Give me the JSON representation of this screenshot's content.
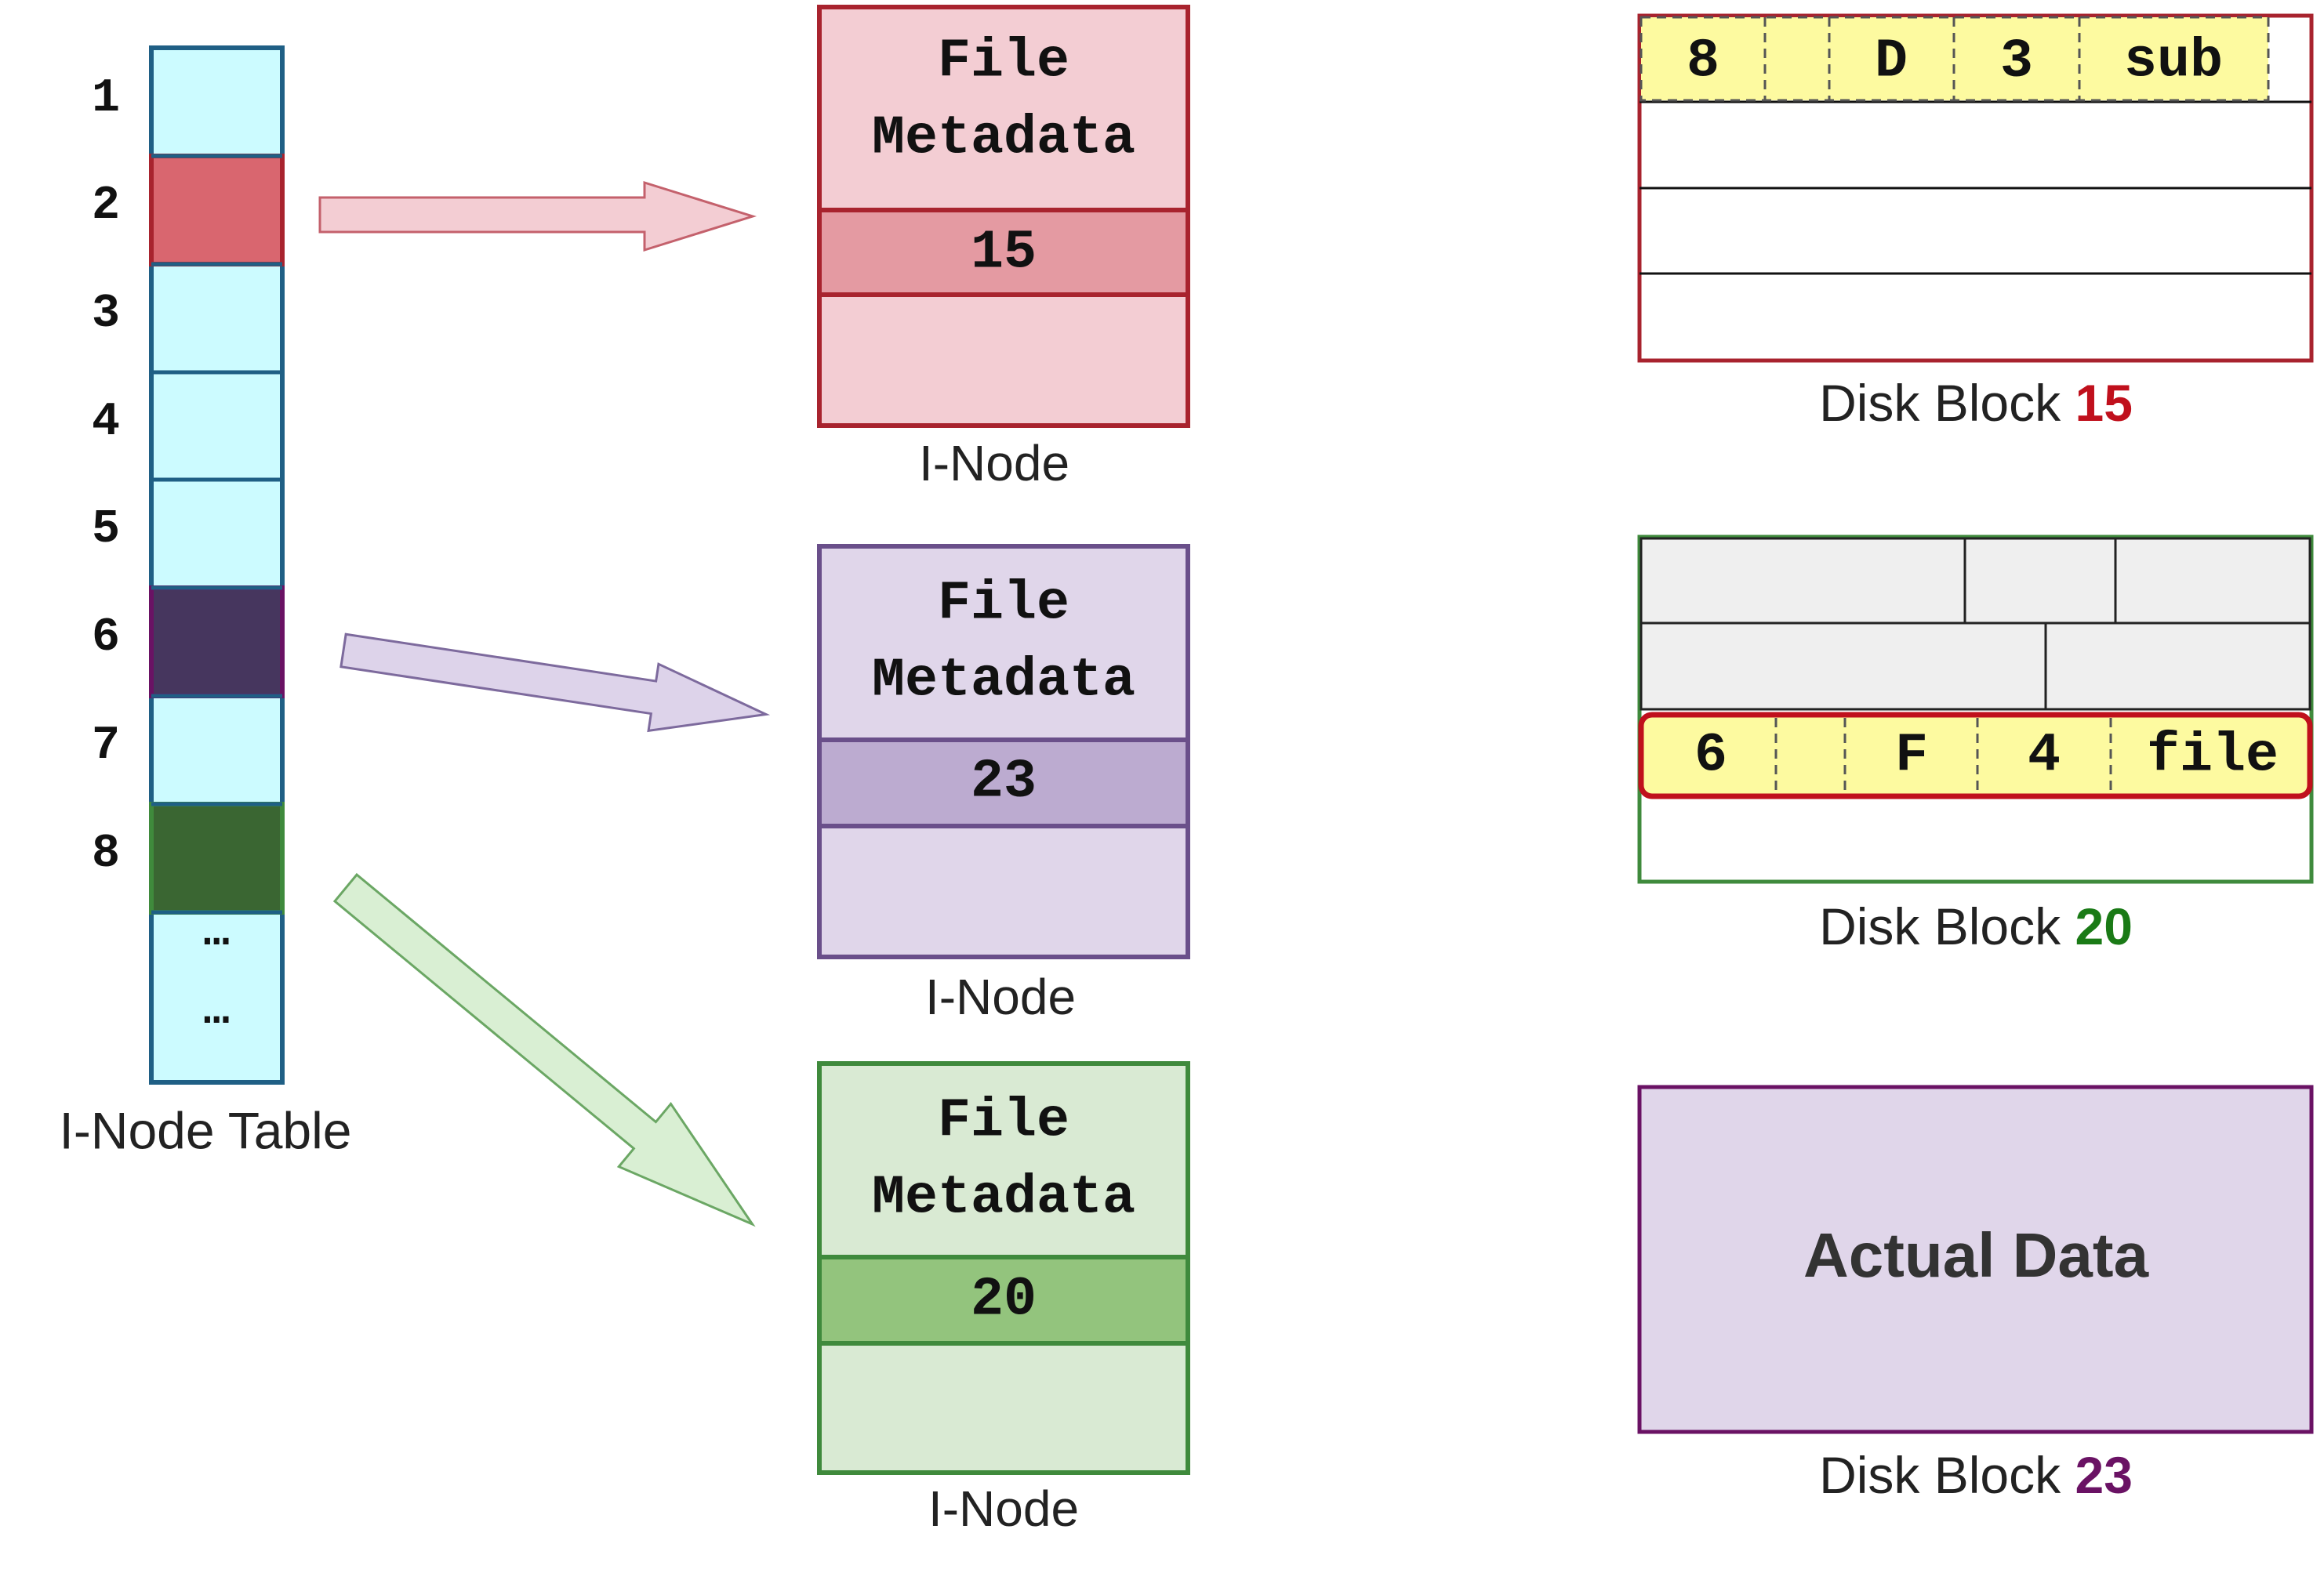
{
  "inode_table": {
    "caption": "I-Node Table",
    "rows": [
      "1",
      "2",
      "3",
      "4",
      "5",
      "6",
      "7",
      "8"
    ],
    "ellipsis": [
      "…",
      "…"
    ]
  },
  "inodes": [
    {
      "metadata_line1": "File",
      "metadata_line2": "Metadata",
      "block_number": "15",
      "caption": "I-Node",
      "color": "#a8232e"
    },
    {
      "metadata_line1": "File",
      "metadata_line2": "Metadata",
      "block_number": "23",
      "caption": "I-Node",
      "color": "#6a4f8a"
    },
    {
      "metadata_line1": "File",
      "metadata_line2": "Metadata",
      "block_number": "20",
      "caption": "I-Node",
      "color": "#3f8a3c"
    }
  ],
  "disk_blocks": {
    "block15": {
      "caption_prefix": "Disk Block",
      "number": "15",
      "number_color": "#c0101c",
      "entry": [
        "8",
        "",
        "D",
        "3",
        "sub"
      ]
    },
    "block20": {
      "caption_prefix": "Disk Block",
      "number": "20",
      "number_color": "#1a7a16",
      "entry": [
        "6",
        "",
        "F",
        "4",
        "file"
      ]
    },
    "block23": {
      "caption_prefix": "Disk Block",
      "number": "23",
      "number_color": "#6a1264",
      "content": "Actual Data"
    }
  },
  "colors": {
    "table_fill": "#ccfbff",
    "table_border": "#1f5f85",
    "row2": "#d9666f",
    "row6": "#46365e",
    "row8": "#3a6632",
    "entry_fill": "#fdfaa0"
  }
}
